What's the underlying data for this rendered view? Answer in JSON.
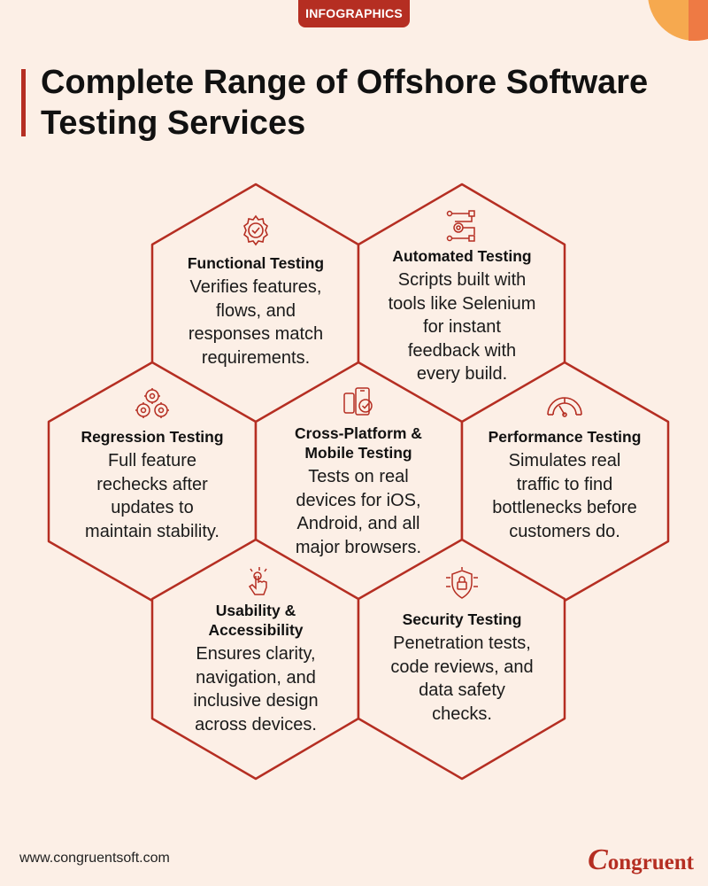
{
  "badge": "INFOGRAPHICS",
  "title": {
    "line1": "Complete Range of Offshore Software",
    "line2": "Testing Services"
  },
  "services": [
    {
      "name": "Functional Testing",
      "lines": [
        "Verifies features,",
        "flows, and",
        "responses match",
        "requirements."
      ],
      "icon": "gear-check-icon"
    },
    {
      "name": "Automated Testing",
      "lines": [
        "Scripts built with",
        "tools like Selenium",
        "for instant",
        "feedback with",
        "every build."
      ],
      "icon": "workflow-gear-icon"
    },
    {
      "name": "Regression Testing",
      "lines": [
        "Full feature",
        "rechecks after",
        "updates to",
        "maintain stability."
      ],
      "icon": "gears-icon"
    },
    {
      "name_lines": [
        "Cross-Platform &",
        "Mobile Testing"
      ],
      "lines": [
        "Tests on real",
        "devices for iOS,",
        "Android, and all",
        "major browsers."
      ],
      "icon": "mobile-check-icon"
    },
    {
      "name": "Performance Testing",
      "lines": [
        "Simulates real",
        "traffic to find",
        "bottlenecks before",
        "customers do."
      ],
      "icon": "speedometer-icon"
    },
    {
      "name_lines": [
        "Usability &",
        "Accessibility"
      ],
      "lines": [
        "Ensures clarity,",
        "navigation, and",
        "inclusive design",
        "across devices."
      ],
      "icon": "touch-hand-icon"
    },
    {
      "name": "Security Testing",
      "lines": [
        "Penetration tests,",
        "code reviews, and",
        "data safety",
        "checks."
      ],
      "icon": "shield-lock-icon"
    }
  ],
  "footer": {
    "url": "www.congruentsoft.com",
    "logo_initial": "C",
    "logo_rest": "ongruent"
  },
  "colors": {
    "background": "#fcefe6",
    "accent": "#b52e22"
  }
}
